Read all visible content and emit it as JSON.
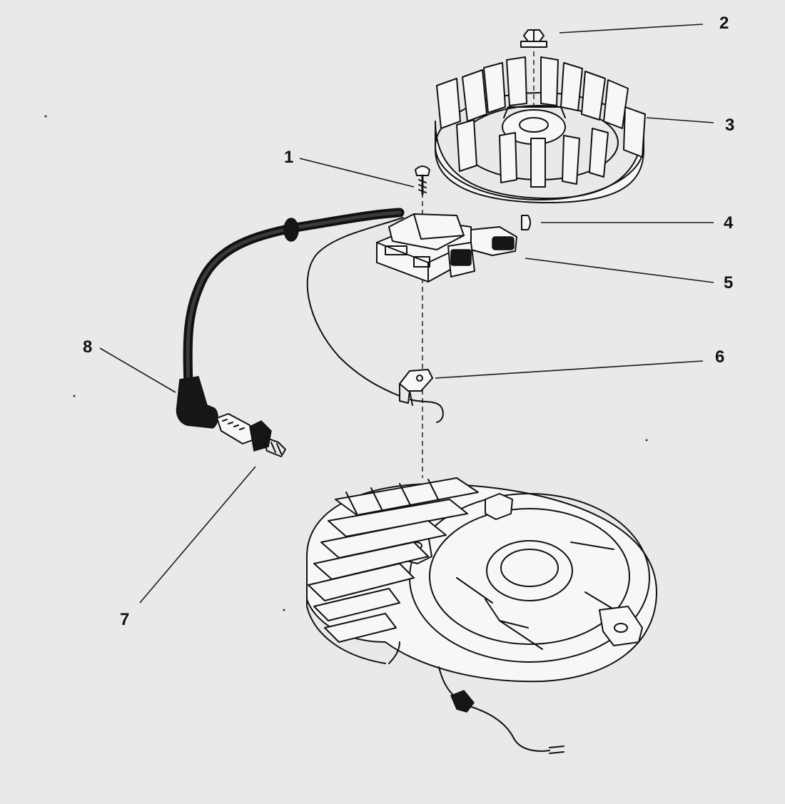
{
  "callouts": [
    {
      "id": "1",
      "label": "1"
    },
    {
      "id": "2",
      "label": "2"
    },
    {
      "id": "3",
      "label": "3"
    },
    {
      "id": "4",
      "label": "4"
    },
    {
      "id": "5",
      "label": "5"
    },
    {
      "id": "6",
      "label": "6"
    },
    {
      "id": "7",
      "label": "7"
    },
    {
      "id": "8",
      "label": "8"
    }
  ],
  "colors": {
    "background": "#e9e9e7",
    "ink": "#111111"
  }
}
